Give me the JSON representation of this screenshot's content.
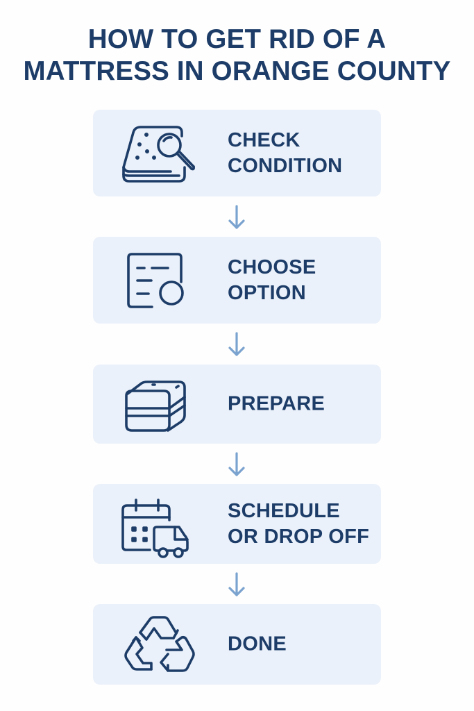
{
  "title": {
    "line1": "HOW TO GET RID OF A",
    "line2": "MATTRESS IN ORANGE COUNTY"
  },
  "colors": {
    "text": "#1d3d68",
    "card_background": "#ebf1fa",
    "arrow": "#7ba3cf",
    "page_background": "#fefefe"
  },
  "steps": [
    {
      "icon": "mattress-magnifier-icon",
      "label_line1": "CHECK",
      "label_line2": "CONDITION"
    },
    {
      "icon": "checklist-option-icon",
      "label_line1": "CHOOSE",
      "label_line2": "OPTION"
    },
    {
      "icon": "stacked-mattress-icon",
      "label_line1": "PREPARE",
      "label_line2": ""
    },
    {
      "icon": "calendar-truck-icon",
      "label_line1": "SCHEDULE",
      "label_line2": "OR DROP OFF"
    },
    {
      "icon": "recycle-icon",
      "label_line1": "DONE",
      "label_line2": ""
    }
  ],
  "arrows": [
    "down-arrow-icon",
    "down-arrow-icon",
    "down-arrow-icon",
    "down-arrow-icon"
  ]
}
